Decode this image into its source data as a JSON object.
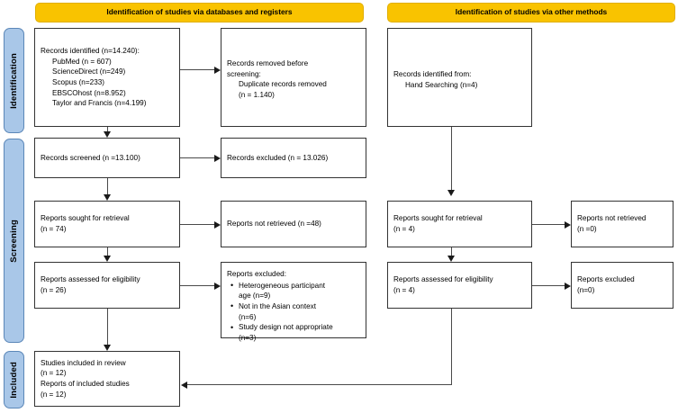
{
  "diagram": {
    "type": "prisma-flow-diagram",
    "colors": {
      "header_fill": "#F9C300",
      "phase_bar_fill": "#A9C7E8",
      "phase_bar_border": "#5B87B8",
      "box_border": "#333333",
      "connector": "#4a4a4a",
      "background": "#FFFFFF"
    }
  },
  "phases": [
    {
      "label": "Identification"
    },
    {
      "label": "Screening"
    },
    {
      "label": "Included"
    }
  ],
  "headers": {
    "databases": "Identification of studies via databases and registers",
    "other": "Identification of studies via other methods"
  },
  "databases_column": {
    "records_identified": {
      "title": "Records identified (n=14.240):",
      "sources": [
        "PubMed (n = 607)",
        "ScienceDirect (n=249)",
        "Scopus (n=233)",
        "EBSCOhost (n=8.952)",
        "Taylor and Francis (n=4.199)"
      ]
    },
    "records_removed": {
      "line1": "Records removed ",
      "line1_italic": "before",
      "line2_italic": "screening",
      "line2_tail": ":",
      "detail1": "Duplicate records removed",
      "detail2": "(n = 1.140)"
    },
    "records_screened": {
      "text": "Records screened (n =13.100)"
    },
    "records_excluded": {
      "text": "Records excluded (n = 13.026)"
    },
    "reports_sought": {
      "line1": "Reports sought for retrieval",
      "line2": "(n = 74)"
    },
    "reports_not_retrieved": {
      "text": "Reports not retrieved (n =48)"
    },
    "reports_assessed": {
      "line1": "Reports assessed for eligibility",
      "line2": "(n = 26)"
    },
    "reports_excluded": {
      "title": "Reports excluded:",
      "items": [
        {
          "main": "Heterogeneous participant",
          "tail": "age (n=9)"
        },
        {
          "main": "Not in the Asian context",
          "tail": "(n=6)"
        },
        {
          "main": "Study design not appropriate",
          "tail": "(n=3)"
        }
      ]
    }
  },
  "other_column": {
    "records_identified": {
      "line1": "Records identified from:",
      "line2": "Hand Searching (n=4)"
    },
    "reports_sought": {
      "line1": "Reports sought for retrieval",
      "line2": "(n = 4)"
    },
    "reports_not_retrieved": {
      "line1": "Reports not retrieved",
      "line2": "(n =0)"
    },
    "reports_assessed": {
      "line1": "Reports assessed for eligibility",
      "line2": "(n = 4)"
    },
    "reports_excluded": {
      "line1": "Reports excluded",
      "line2": "(n=0)"
    }
  },
  "included": {
    "line1": "Studies included in review",
    "line2": "(n = 12)",
    "line3": "Reports of included studies",
    "line4": "(n = 12)"
  }
}
